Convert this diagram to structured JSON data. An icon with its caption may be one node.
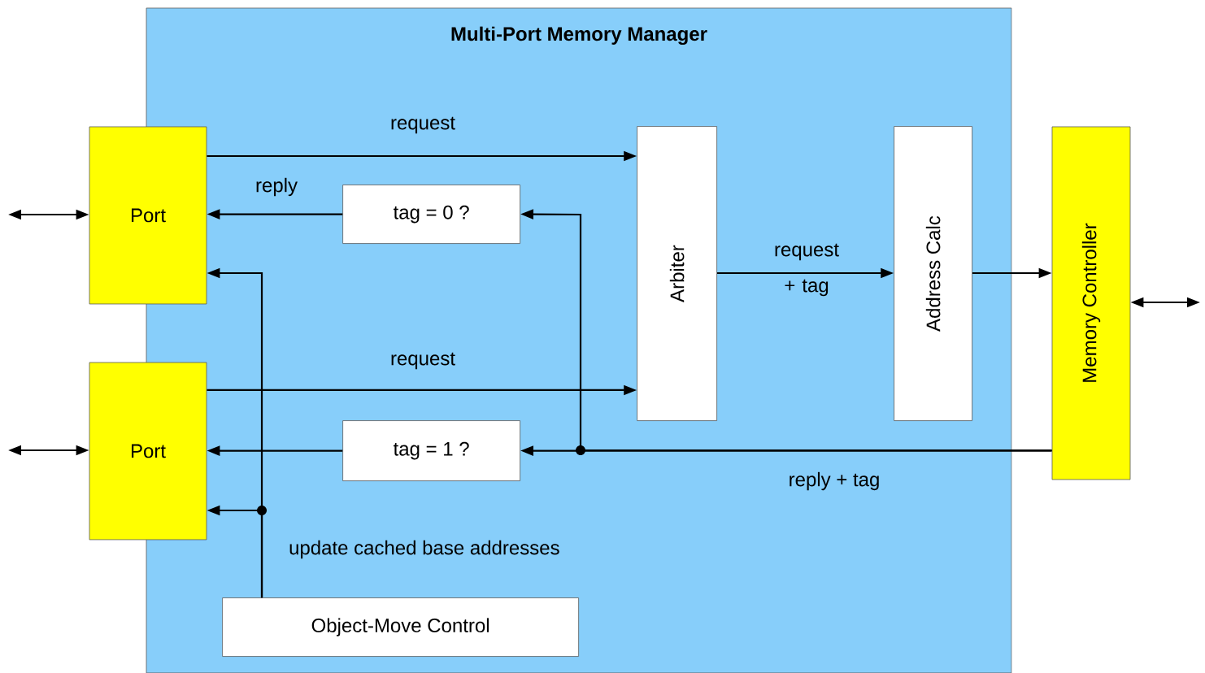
{
  "diagram": {
    "nodes": [
      {
        "text": [
          "Multi-Port Memory Manager"
        ]
      },
      {
        "text": [
          "Port"
        ]
      },
      {
        "text": [
          "Port"
        ]
      },
      {
        "text": [
          "tag = 0 ?"
        ],
        "in": 0
      },
      {
        "text": [
          "tag = 1 ?"
        ],
        "in": 0
      },
      {
        "text": [
          "Arbiter"
        ],
        "in": 0
      },
      {
        "text": [
          "Address Calc"
        ],
        "in": 0
      },
      {
        "text": [
          "Memory Controller"
        ]
      },
      {
        "text": [
          "Object-Move Control"
        ],
        "in": 0
      }
    ],
    "edges": [
      {
        "from": 1,
        "to": 5,
        "arrow": "to",
        "label": "request"
      },
      {
        "from": 3,
        "to": 1,
        "arrow": "to",
        "label": "reply"
      },
      {
        "from": 2,
        "to": 5,
        "arrow": "to",
        "label": "request"
      },
      {
        "from": 4,
        "to": 2,
        "arrow": "to"
      },
      {
        "from": 5,
        "to": 6,
        "arrow": "to",
        "label": "request + tag"
      },
      {
        "from": 6,
        "to": 7,
        "arrow": "to"
      },
      {
        "from": 7,
        "to": 4,
        "arrow": "to",
        "label": "reply + tag"
      },
      {
        "from": 7,
        "to": 3,
        "arrow": "to"
      },
      {
        "from": 8,
        "to": 1,
        "arrow": "to"
      },
      {
        "from": 8,
        "to": 2,
        "arrow": "to"
      },
      {
        "from": null,
        "to": 1,
        "arrow": "both"
      },
      {
        "from": null,
        "to": 2,
        "arrow": "both"
      },
      {
        "from": 7,
        "to": null,
        "arrow": "both"
      }
    ],
    "labels": [
      "update cached base addresses"
    ]
  }
}
